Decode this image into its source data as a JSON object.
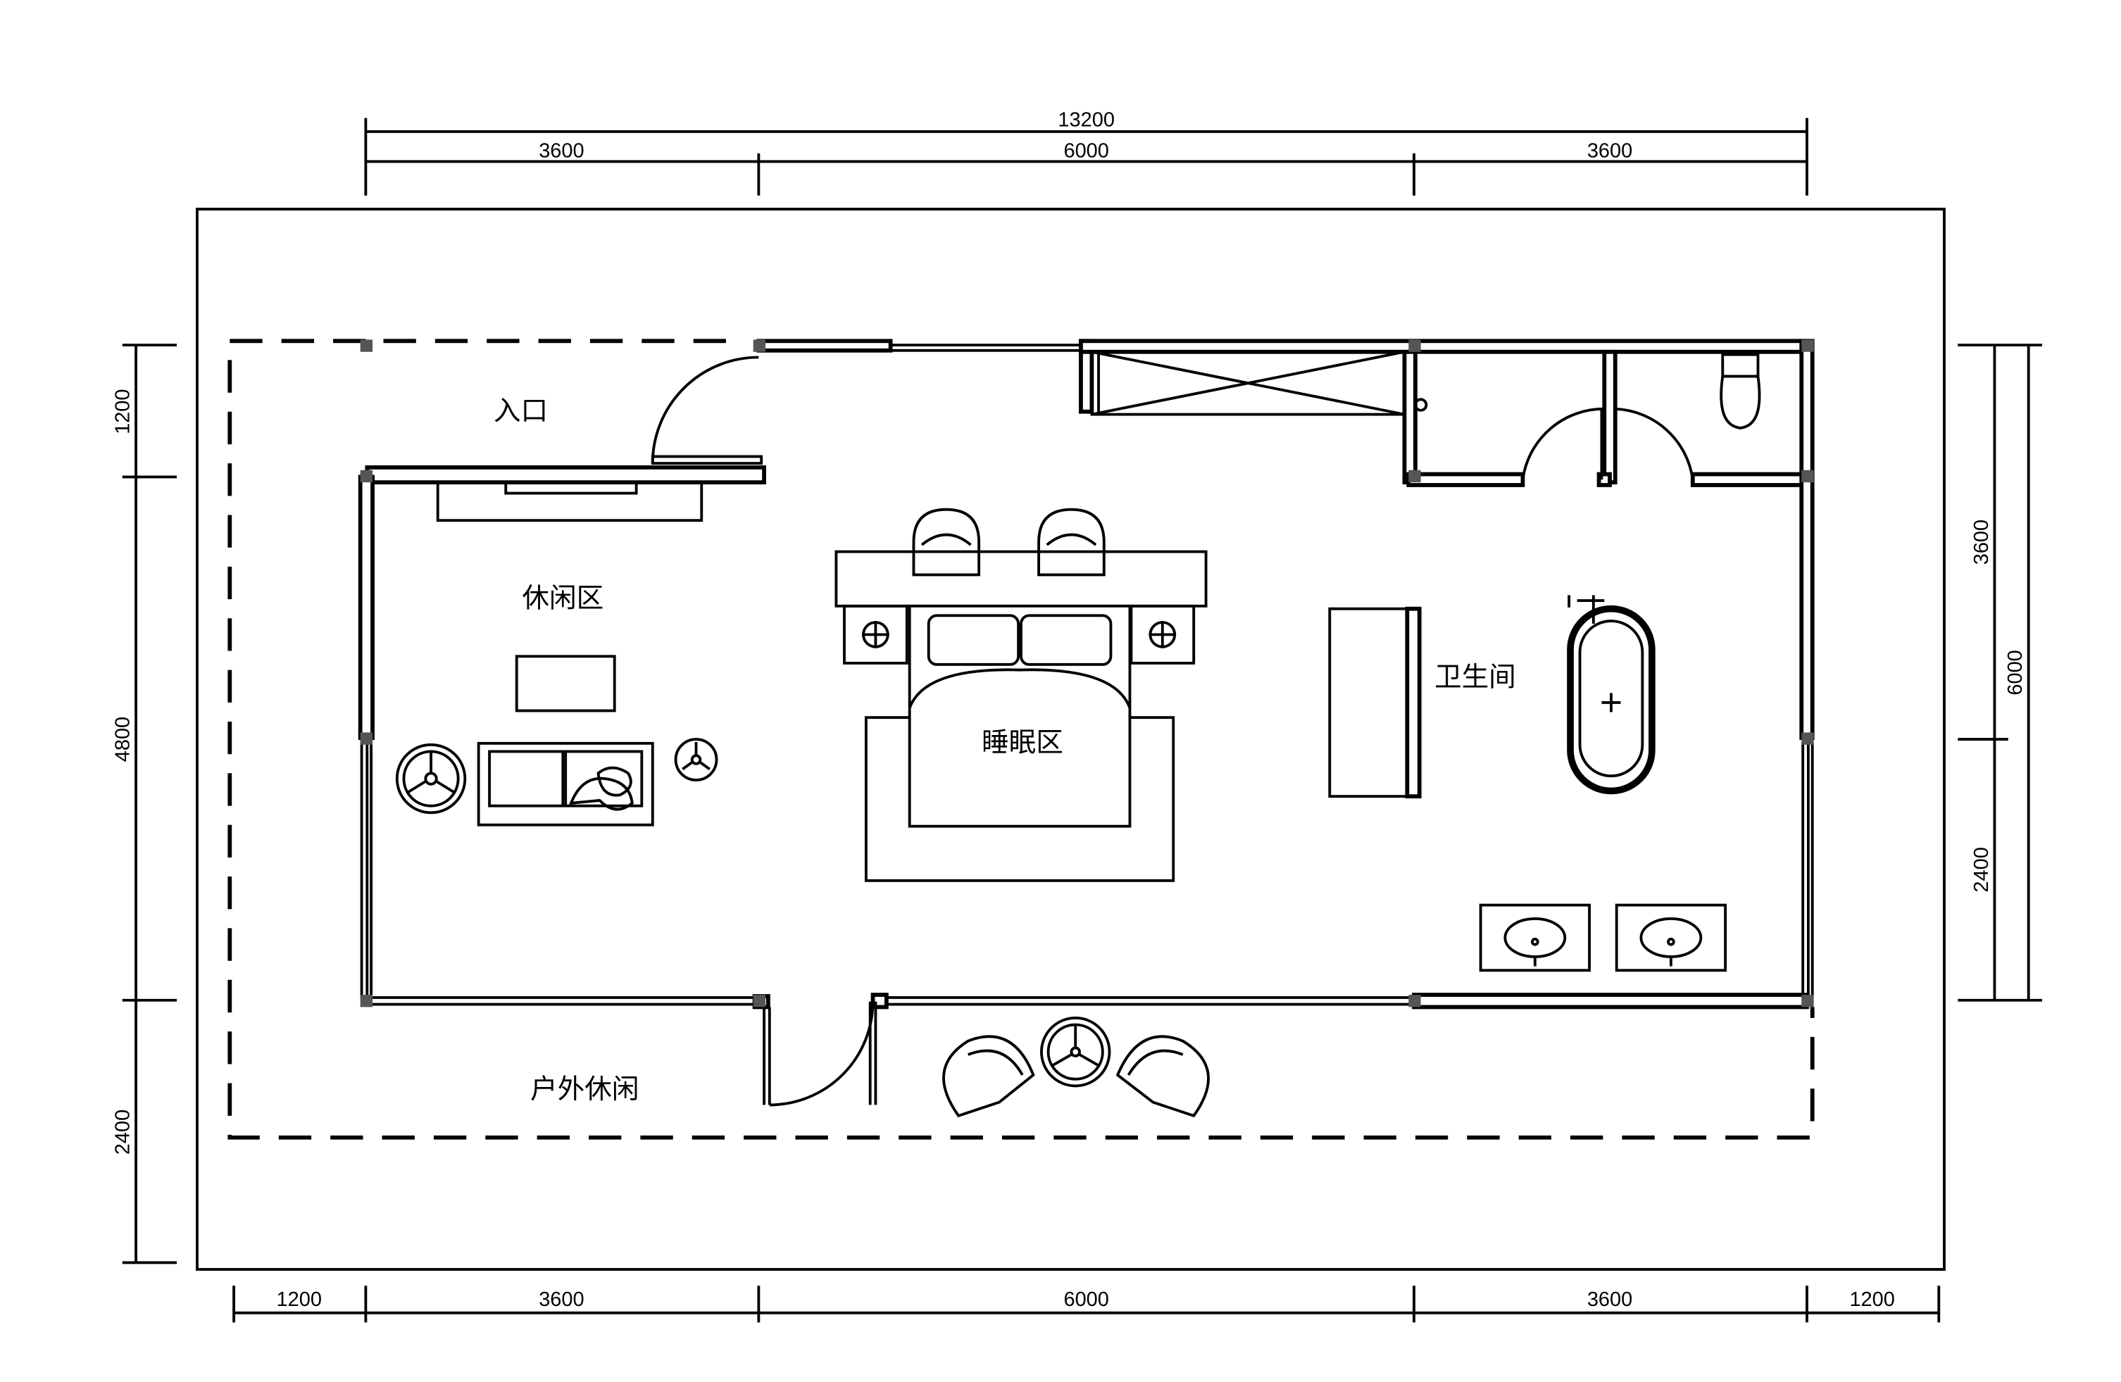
{
  "dimensions": {
    "top_total": "13200",
    "top_segments": [
      "3600",
      "6000",
      "3600"
    ],
    "bottom_segments": [
      "1200",
      "3600",
      "6000",
      "3600",
      "1200"
    ],
    "left_segments": [
      "1200",
      "4800",
      "2400"
    ],
    "right_inner": [
      "3600",
      "2400"
    ],
    "right_total": "6000"
  },
  "rooms": {
    "entrance": "入口",
    "lounge": "休闲区",
    "sleeping": "睡眠区",
    "bathroom": "卫生间",
    "outdoor": "户外休闲"
  },
  "colors": {
    "line": "#000000",
    "column": "#555555",
    "background": "#ffffff"
  }
}
